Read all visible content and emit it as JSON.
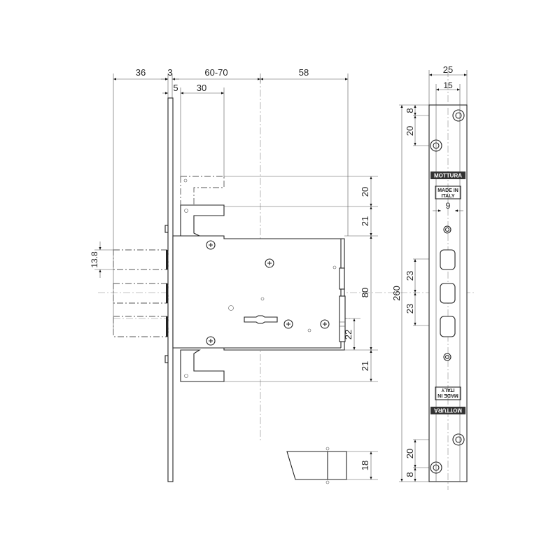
{
  "drawing": {
    "side_view": {
      "top_dims": [
        "36",
        "3",
        "60-70",
        "58"
      ],
      "second_dims": [
        "5",
        "30"
      ],
      "right_dims": [
        "20",
        "21",
        "80",
        "21"
      ],
      "latch_dim": "22",
      "bolt_dim": "13.8",
      "strike_dim": "18"
    },
    "front_view": {
      "width_dims": [
        "25",
        "15"
      ],
      "top_dims": [
        "8",
        "20"
      ],
      "total_height": "260",
      "slot_width": "9",
      "bolt_spacing": [
        "23",
        "23"
      ],
      "bottom_dims": [
        "20",
        "8"
      ],
      "brand": "MOTTURA",
      "origin_line1": "MADE IN",
      "origin_line2": "ITALY"
    }
  }
}
